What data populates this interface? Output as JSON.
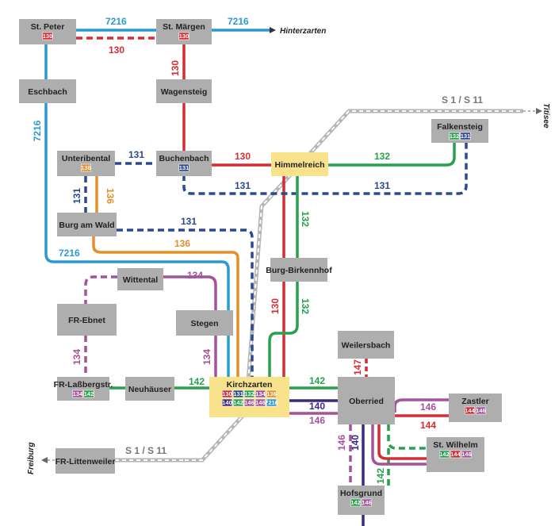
{
  "colors": {
    "7216": "#2b9ad2",
    "130": "#d42e34",
    "131": "#2a4a8f",
    "132": "#29a04f",
    "134": "#a4529a",
    "136": "#e58f2a",
    "140": "#3a2a80",
    "142": "#29a04f",
    "144": "#d42e34",
    "146": "#a4529a",
    "147": "#d42e34",
    "rail": "#b5b5b5",
    "station_box": "#aeaeae",
    "hub_box": "#f8e38c"
  },
  "stations": {
    "st_peter": {
      "name": "St. Peter",
      "badges": [
        "130"
      ]
    },
    "st_maergen": {
      "name": "St. Märgen",
      "badges": [
        "130"
      ]
    },
    "eschbach": {
      "name": "Eschbach",
      "badges": []
    },
    "wagensteig": {
      "name": "Wagensteig",
      "badges": []
    },
    "unteribental": {
      "name": "Unteribental",
      "badges": [
        "136"
      ]
    },
    "buchenbach": {
      "name": "Buchenbach",
      "badges": [
        "131"
      ]
    },
    "himmelreich": {
      "name": "Himmelreich",
      "badges": []
    },
    "falkensteig": {
      "name": "Falkensteig",
      "badges": [
        "132",
        "131"
      ]
    },
    "burg_am_wald": {
      "name": "Burg am Wald",
      "badges": []
    },
    "burg_birkenhof": {
      "name": "Burg-Birkennhof",
      "badges": []
    },
    "wittental": {
      "name": "Wittental",
      "badges": []
    },
    "fr_ebnet": {
      "name": "FR-Ebnet",
      "badges": []
    },
    "stegen": {
      "name": "Stegen",
      "badges": []
    },
    "weilersbach": {
      "name": "Weilersbach",
      "badges": []
    },
    "fr_lassberg": {
      "name": "FR-Laßbergstr.",
      "badges": [
        "134",
        "142"
      ]
    },
    "neuhaeuser": {
      "name": "Neuhäuser",
      "badges": []
    },
    "kirchzarten": {
      "name": "Kirchzarten",
      "badges": [
        "130",
        "131",
        "132",
        "134",
        "136",
        "140",
        "142",
        "146",
        "146",
        "7216"
      ]
    },
    "oberried": {
      "name": "Oberried",
      "badges": []
    },
    "zastler": {
      "name": "Zastler",
      "badges": [
        "144",
        "146"
      ]
    },
    "st_wilhelm": {
      "name": "St. Wilhelm",
      "badges": [
        "142",
        "144",
        "146"
      ]
    },
    "fr_littenweiler": {
      "name": "FR-Littenweiler",
      "badges": []
    },
    "hofsgrund": {
      "name": "Hofsgrund",
      "badges": [
        "142",
        "146"
      ]
    }
  },
  "destinations": {
    "hinterzarten": "Hinterzarten",
    "titisee": "Titisee",
    "freiburg": "Freiburg"
  },
  "rail_labels": {
    "top": "S 1 / S 11",
    "bottom": "S 1 / S 11"
  },
  "line_labels": {
    "l7216_top_a": "7216",
    "l7216_top_b": "7216",
    "l7216_left": "7216",
    "l7216_mid": "7216",
    "l130_top": "130",
    "l130_vert": "130",
    "l130_buchenbach": "130",
    "l130_birkenhof": "130",
    "l131_unter": "131",
    "l131_unter_v": "131",
    "l131_burg": "131",
    "l131_bottom_a": "131",
    "l131_bottom_b": "131",
    "l132_himmel": "132",
    "l132_vert_a": "132",
    "l132_vert_b": "132",
    "l136_v": "136",
    "l136_h": "136",
    "l134_wittental": "134",
    "l134_ebnet": "134",
    "l134_stegen": "134",
    "l142_neu": "142",
    "l142_ober": "142",
    "l142_hofs": "142",
    "l140": "140",
    "l140_v": "140",
    "l146": "146",
    "l146_zastler": "146",
    "l146_v": "146",
    "l144": "144",
    "l147": "147"
  }
}
